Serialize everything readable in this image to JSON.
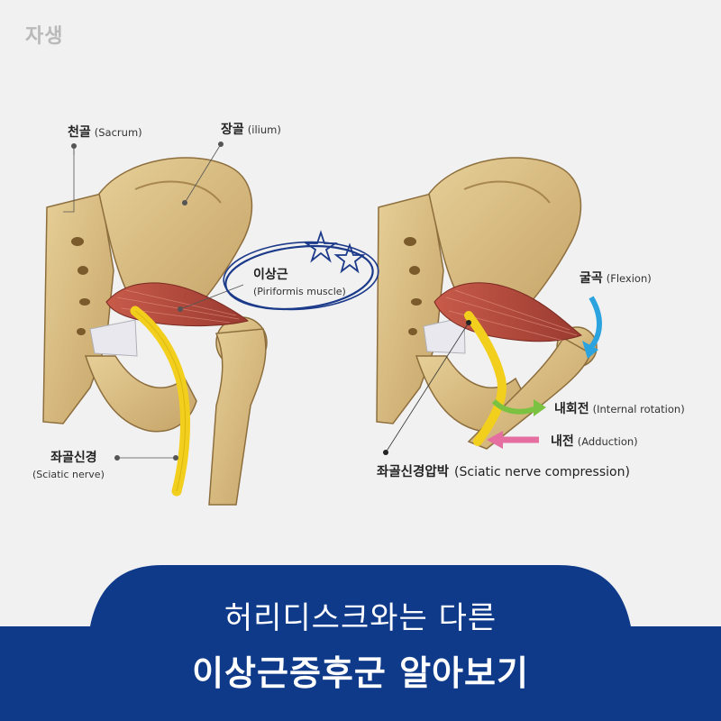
{
  "brand": "자생",
  "labels": {
    "sacrum": {
      "ko": "천골",
      "en": "(Sacrum)"
    },
    "ilium": {
      "ko": "장골",
      "en": "(ilium)"
    },
    "piriformis": {
      "ko": "이상근",
      "en": "(Piriformis muscle)"
    },
    "sciatic": {
      "ko": "좌골신경",
      "en": "(Sciatic nerve)"
    },
    "flexion": {
      "ko": "굴곡",
      "en": "(Flexion)"
    },
    "internal_rotation": {
      "ko": "내회전",
      "en": "(Internal rotation)"
    },
    "adduction": {
      "ko": "내전",
      "en": "(Adduction)"
    },
    "compression": {
      "ko": "좌골신경압박",
      "en": "(Sciatic nerve compression)"
    }
  },
  "banner": {
    "line1": "허리디스크와는 다른",
    "line2": "이상근증후군 알아보기"
  },
  "colors": {
    "banner_navy": "#0f3a8a",
    "bone": "#d9bf86",
    "bone_shadow": "#a8874f",
    "muscle": "#b24a3c",
    "nerve": "#f2cf1c",
    "flexion_arrow": "#2aa3df",
    "rotation_arrow": "#7cc242",
    "adduction_arrow": "#e46fa0",
    "circle_ink": "#1c3a8a"
  }
}
